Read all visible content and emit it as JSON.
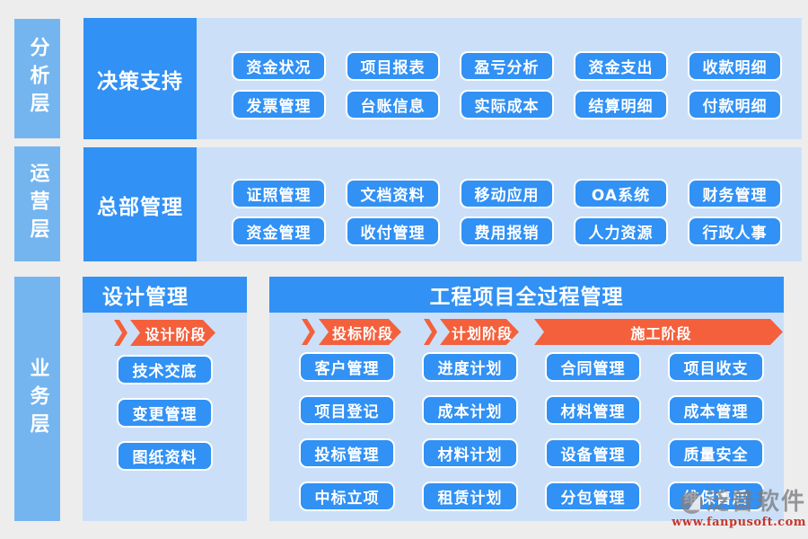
{
  "colors": {
    "background": "#ededed",
    "primary_blue": "#3191f5",
    "sidebar_blue": "#74b5f0",
    "panel_blue": "#cbe0f8",
    "stage_orange": "#f4603c",
    "watermark_red": "#c6372a"
  },
  "layers": [
    {
      "id": "analysis",
      "label": "分析层"
    },
    {
      "id": "operations",
      "label": "运营层"
    },
    {
      "id": "business",
      "label": "业务层"
    }
  ],
  "sections": {
    "decision": {
      "title": "决策支持",
      "rows": [
        [
          "资金状况",
          "项目报表",
          "盈亏分析",
          "资金支出",
          "收款明细"
        ],
        [
          "发票管理",
          "台账信息",
          "实际成本",
          "结算明细",
          "付款明细"
        ]
      ]
    },
    "headquarters": {
      "title": "总部管理",
      "rows": [
        [
          "证照管理",
          "文档资料",
          "移动应用",
          "OA系统",
          "财务管理"
        ],
        [
          "资金管理",
          "收付管理",
          "费用报销",
          "人力资源",
          "行政人事"
        ]
      ]
    },
    "design": {
      "title": "设计管理",
      "stage": "设计阶段",
      "buttons": [
        "技术交底",
        "变更管理",
        "图纸资料"
      ]
    },
    "project": {
      "title": "工程项目全过程管理",
      "stages": [
        {
          "label": "投标阶段",
          "buttons": [
            "客户管理",
            "项目登记",
            "投标管理",
            "中标立项"
          ]
        },
        {
          "label": "计划阶段",
          "buttons": [
            "进度计划",
            "成本计划",
            "材料计划",
            "租赁计划"
          ]
        },
        {
          "label": "施工阶段",
          "buttons_left": [
            "合同管理",
            "材料管理",
            "设备管理",
            "分包管理"
          ],
          "buttons_right": [
            "项目收支",
            "成本管理",
            "质量安全",
            "维保售后"
          ]
        }
      ]
    }
  },
  "watermark": {
    "brand": "泛普软件",
    "url": "www.fanpusoft.com"
  }
}
